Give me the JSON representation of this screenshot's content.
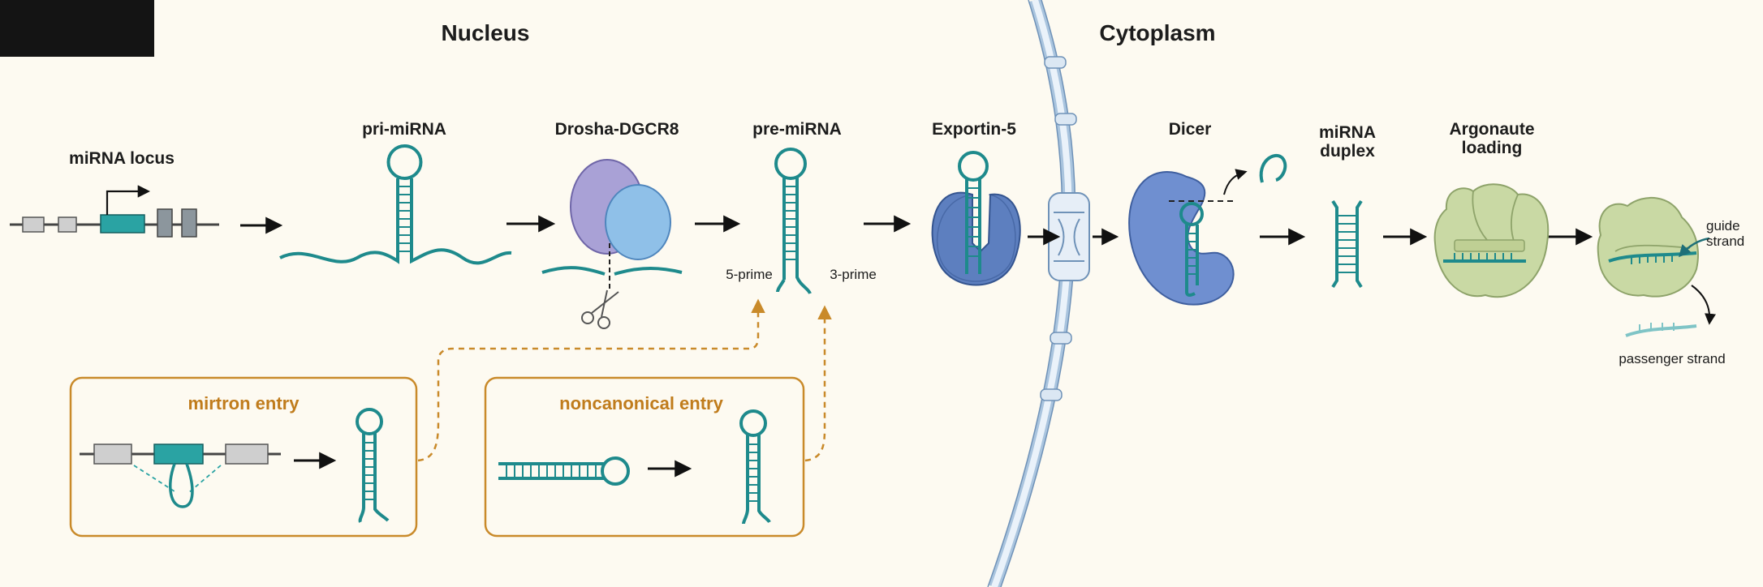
{
  "regions": {
    "nucleus": "Nucleus",
    "cytoplasm": "Cytoplasm"
  },
  "stages": {
    "locus": "miRNA locus",
    "pri": "pri-miRNA",
    "drosha": "Drosha-DGCR8",
    "pre": "pre-miRNA",
    "exportin": "Exportin-5",
    "dicer": "Dicer",
    "duplex_line1": "miRNA",
    "duplex_line2": "duplex",
    "ago_line1": "Argonaute",
    "ago_line2": "loading"
  },
  "ends": {
    "five_prime": "5-prime",
    "three_prime": "3-prime"
  },
  "strands": {
    "guide_line1": "guide",
    "guide_line2": "strand",
    "passenger": "passenger strand"
  },
  "entries": {
    "mirtron": "mirtron entry",
    "noncanonical": "noncanonical entry"
  },
  "colors": {
    "background": "#fdfaf1",
    "rna": "#1e8a8c",
    "exon": "#2aa3a3",
    "drosha_purple": "#a9a1d6",
    "drosha_blue": "#8fc0e8",
    "exportin_blue": "#5d7fbf",
    "dicer_blue": "#6f8fd0",
    "argonaute_green": "#c9d9a4",
    "entry_orange": "#c98a2a",
    "membrane": "#9bbad8"
  }
}
